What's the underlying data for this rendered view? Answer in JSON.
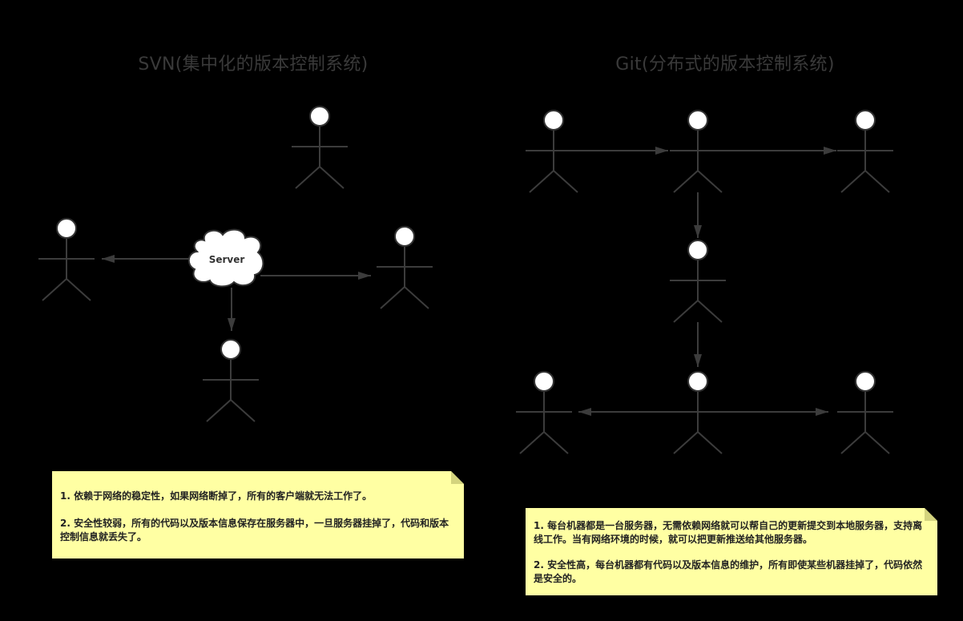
{
  "svn": {
    "title": "SVN(集中化的版本控制系统)",
    "server_label": "Server",
    "note": {
      "line1": "1. 依赖于网络的稳定性，如果网络断掉了，所有的客户端就无法工作了。",
      "line2": "2. 安全性较弱，所有的代码以及版本信息保存在服务器中，一旦服务器挂掉了，代码和版本控制信息就丢失了。"
    }
  },
  "git": {
    "title": "Git(分布式的版本控制系统)",
    "note": {
      "line1": "1. 每台机器都是一台服务器，无需依赖网络就可以帮自己的更新提交到本地服务器，支持离线工作。当有网络环境的时候，就可以把更新推送给其他服务器。",
      "line2": "2. 安全性高，每台机器都有代码以及版本信息的维护，所有即使某些机器挂掉了，代码依然是安全的。"
    }
  },
  "colors": {
    "background": "#000000",
    "line": "#3c3c3c",
    "head_fill": "#ffffff",
    "note_fill": "#ffffa3",
    "title": "#3a3a3a"
  },
  "icons": [
    "stick-figure-icon",
    "cloud-icon",
    "arrow-icon"
  ]
}
